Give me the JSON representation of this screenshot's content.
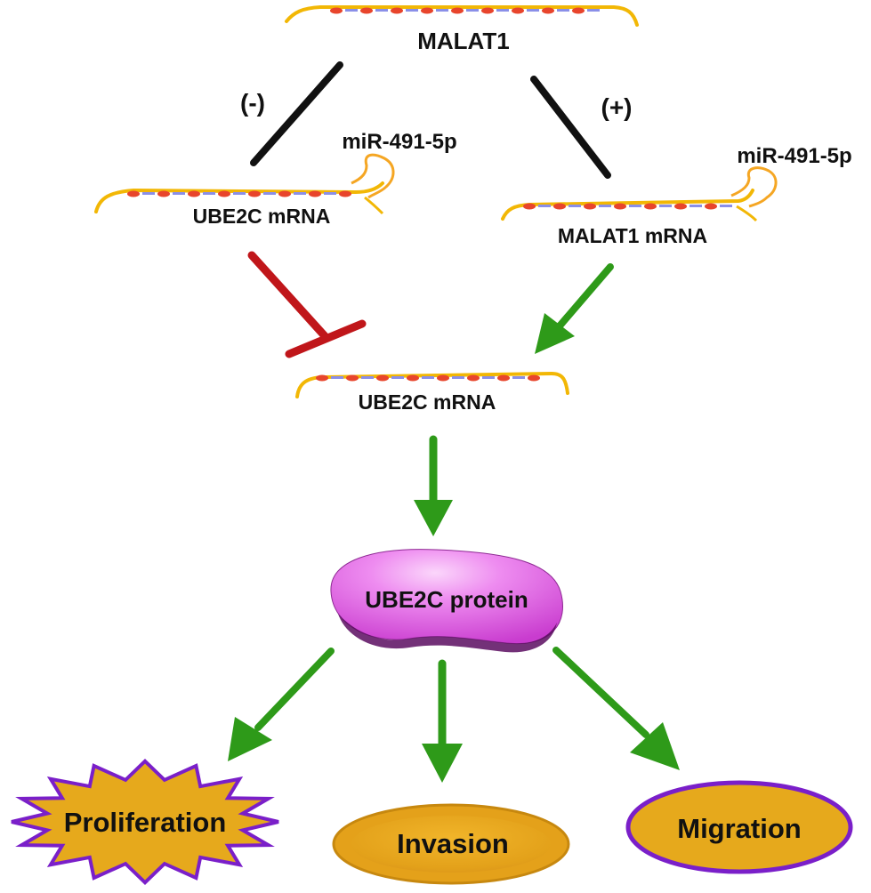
{
  "labels": {
    "malat1_top": "MALAT1",
    "negative_sign": "(-)",
    "positive_sign": "(+)",
    "mirna_left": "miR-491-5p",
    "mirna_right": "miR-491-5p",
    "ube2c_mrna_left": "UBE2C mRNA",
    "malat1_mrna": "MALAT1 mRNA",
    "ube2c_mrna_center": "UBE2C mRNA",
    "protein": "UBE2C protein",
    "proliferation": "Proliferation",
    "invasion": "Invasion",
    "migration": "Migration"
  },
  "colors": {
    "rna_backbone": "#f2b705",
    "rna_red_base": "#e8452c",
    "rna_blue_base": "#8a8fe8",
    "hairpin": "#f5a623",
    "inhibit_line": "#c0161a",
    "activate_arrow": "#2e9a19",
    "neutral_line": "#111111",
    "protein_fill": "#e05ee6",
    "outcome_fill": "#e6a91c",
    "outcome_border": "#7a1fc9"
  }
}
